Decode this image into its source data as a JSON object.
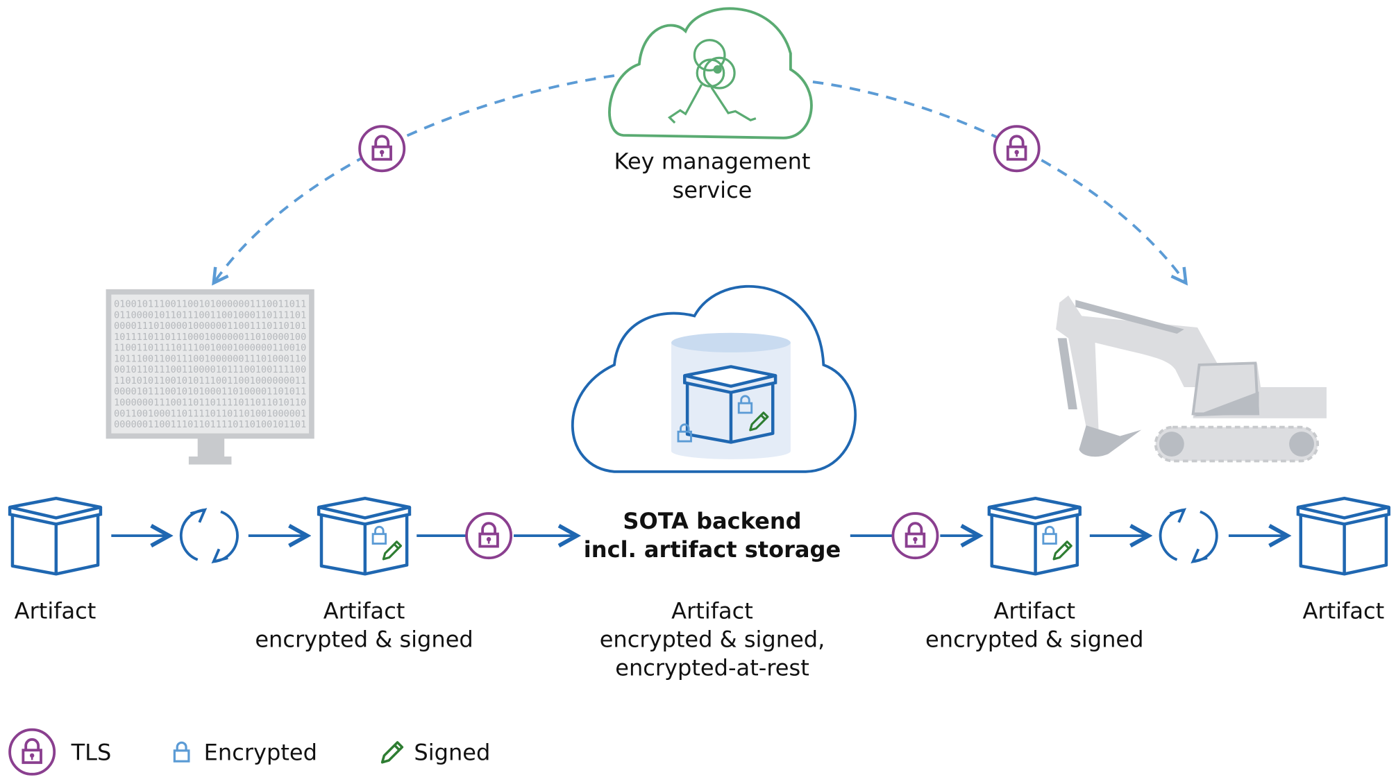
{
  "key_management": {
    "line1": "Key management",
    "line2": "service"
  },
  "backend": {
    "line1": "SOTA backend",
    "line2": "incl. artifact storage"
  },
  "labels": {
    "artifact_left": "Artifact",
    "encrypted_left": {
      "line1": "Artifact",
      "line2": "encrypted & signed"
    },
    "storage": {
      "line1": "Artifact",
      "line2": "encrypted & signed,",
      "line3": "encrypted-at-rest"
    },
    "encrypted_right": {
      "line1": "Artifact",
      "line2": "encrypted & signed"
    },
    "artifact_right": "Artifact"
  },
  "monitor_binary": [
    "0100101110011001010000001110011011",
    "0110000101101110011001000110111101",
    "0000111010000100000011001110110101",
    "1011110110111000100000011010000100",
    "1100110111101110010001000000110010",
    "1011100110011100100000011101000110",
    "0010110111001100001011100100111100",
    "1101010110010101110011001000000011",
    "0000101110010101000110100001101011",
    "1000000111001101101111011011010110",
    "0011001000110111101101101001000001",
    "0000001100111011011110110100101101"
  ],
  "legend": [
    {
      "icon": "tls-lock-circle-icon",
      "label": "TLS"
    },
    {
      "icon": "padlock-icon",
      "label": "Encrypted"
    },
    {
      "icon": "pencil-icon",
      "label": "Signed"
    }
  ],
  "colors": {
    "artifact_blue": "#1f67b1",
    "key_exchange_dashed": "#5b9bd5",
    "tls_purple": "#8a3f8f",
    "kms_green": "#5aab72",
    "signed_green": "#2e7d32",
    "device_gray": "#c8cacd"
  }
}
